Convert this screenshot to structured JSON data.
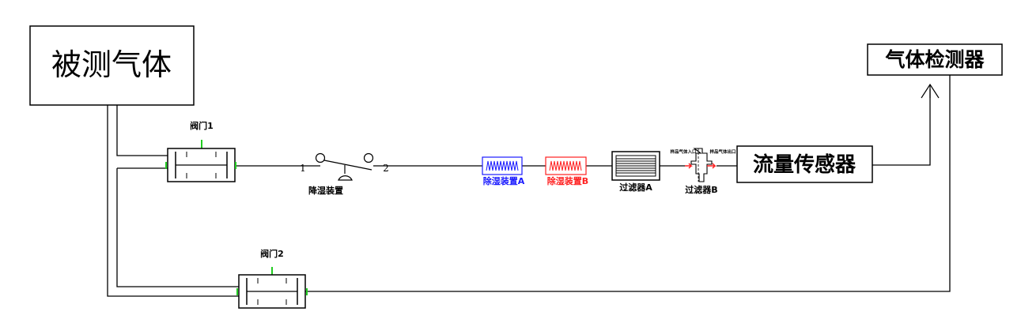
{
  "source_box": {
    "label": "被测气体"
  },
  "valve1": {
    "label": "阀门1"
  },
  "valve2": {
    "label": "阀门2"
  },
  "dehumidifier_switch": {
    "label": "降湿装置",
    "pin1": "1",
    "pin2": "2"
  },
  "dryer_a": {
    "label": "除湿装置A",
    "color": "#1a1aff"
  },
  "dryer_b": {
    "label": "除湿装置B",
    "color": "#ff2020"
  },
  "filter_a": {
    "label": "过滤器A"
  },
  "filter_b": {
    "label": "过滤器B",
    "inlet_label": "样品气体入口",
    "outlet_label": "样品气体出口"
  },
  "flow_sensor": {
    "label": "流量传感器"
  },
  "gas_detector": {
    "label": "气体检测器"
  },
  "colors": {
    "accent_green": "#22cc22",
    "dryer_a": "#1a1aff",
    "dryer_b": "#ff2020"
  }
}
